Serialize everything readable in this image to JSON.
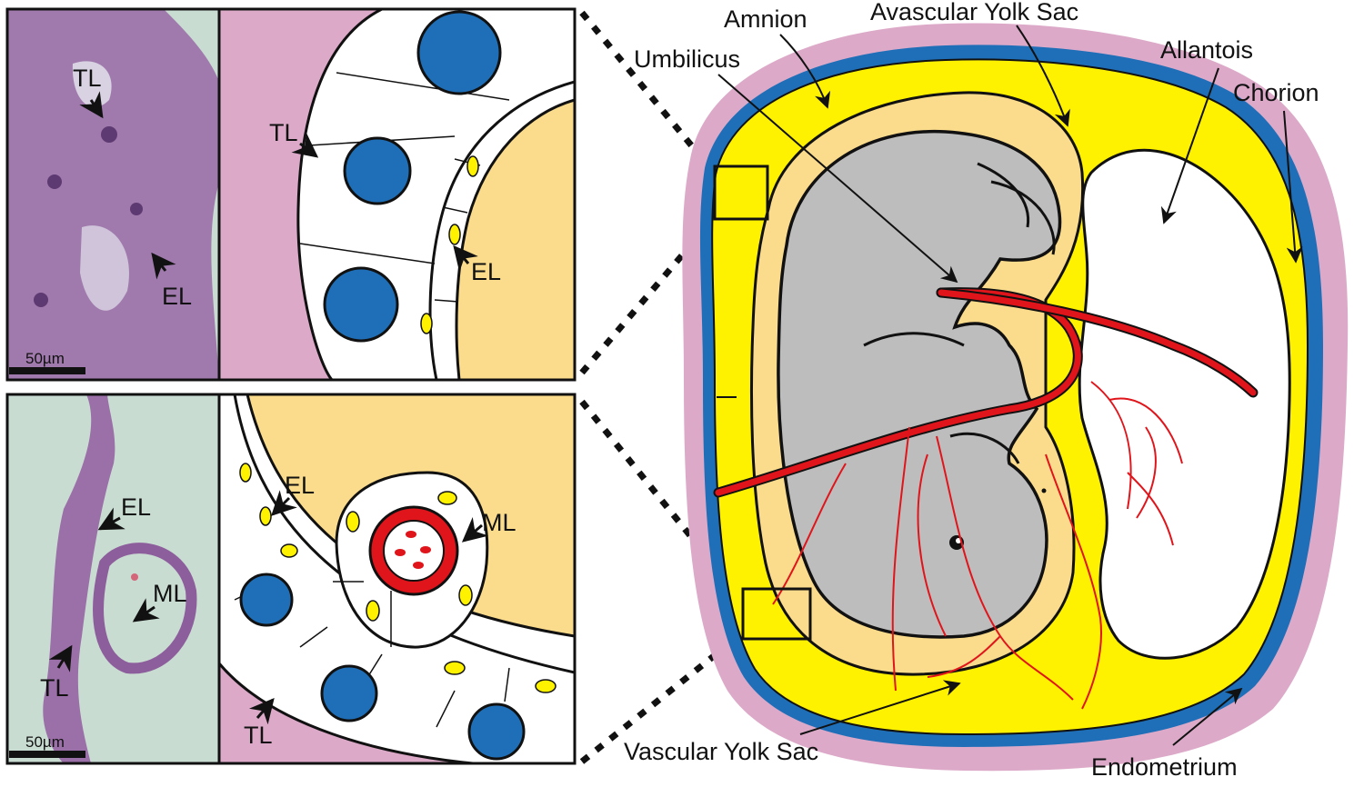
{
  "colors": {
    "endometrium": "#dcaac8",
    "chorion": "#1f6fb8",
    "yolk": "#fff200",
    "amnion": "#fbdc8c",
    "embryo": "#bdbdbd",
    "vessel": "#e0151b",
    "nucleus": "#1f6fb8",
    "histology_bg": "#c9dcd2",
    "histology_tissue": "#9b6fa8"
  },
  "panels": {
    "top_histology": {
      "labels": {
        "tl": "TL",
        "el": "EL"
      },
      "scalebar": "50µm"
    },
    "top_schematic": {
      "labels": {
        "tl": "TL",
        "el": "EL"
      }
    },
    "bottom_histology": {
      "labels": {
        "el": "EL",
        "ml": "ML",
        "tl": "TL"
      },
      "scalebar": "50µm"
    },
    "bottom_schematic": {
      "labels": {
        "el": "EL",
        "ml": "ML",
        "tl": "TL"
      }
    }
  },
  "conceptus": {
    "labels": {
      "amnion": "Amnion",
      "avascular_yolk_sac": "Avascular Yolk Sac",
      "umbilicus": "Umbilicus",
      "allantois": "Allantois",
      "chorion": "Chorion",
      "vascular_yolk_sac": "Vascular Yolk Sac",
      "endometrium": "Endometrium"
    }
  }
}
